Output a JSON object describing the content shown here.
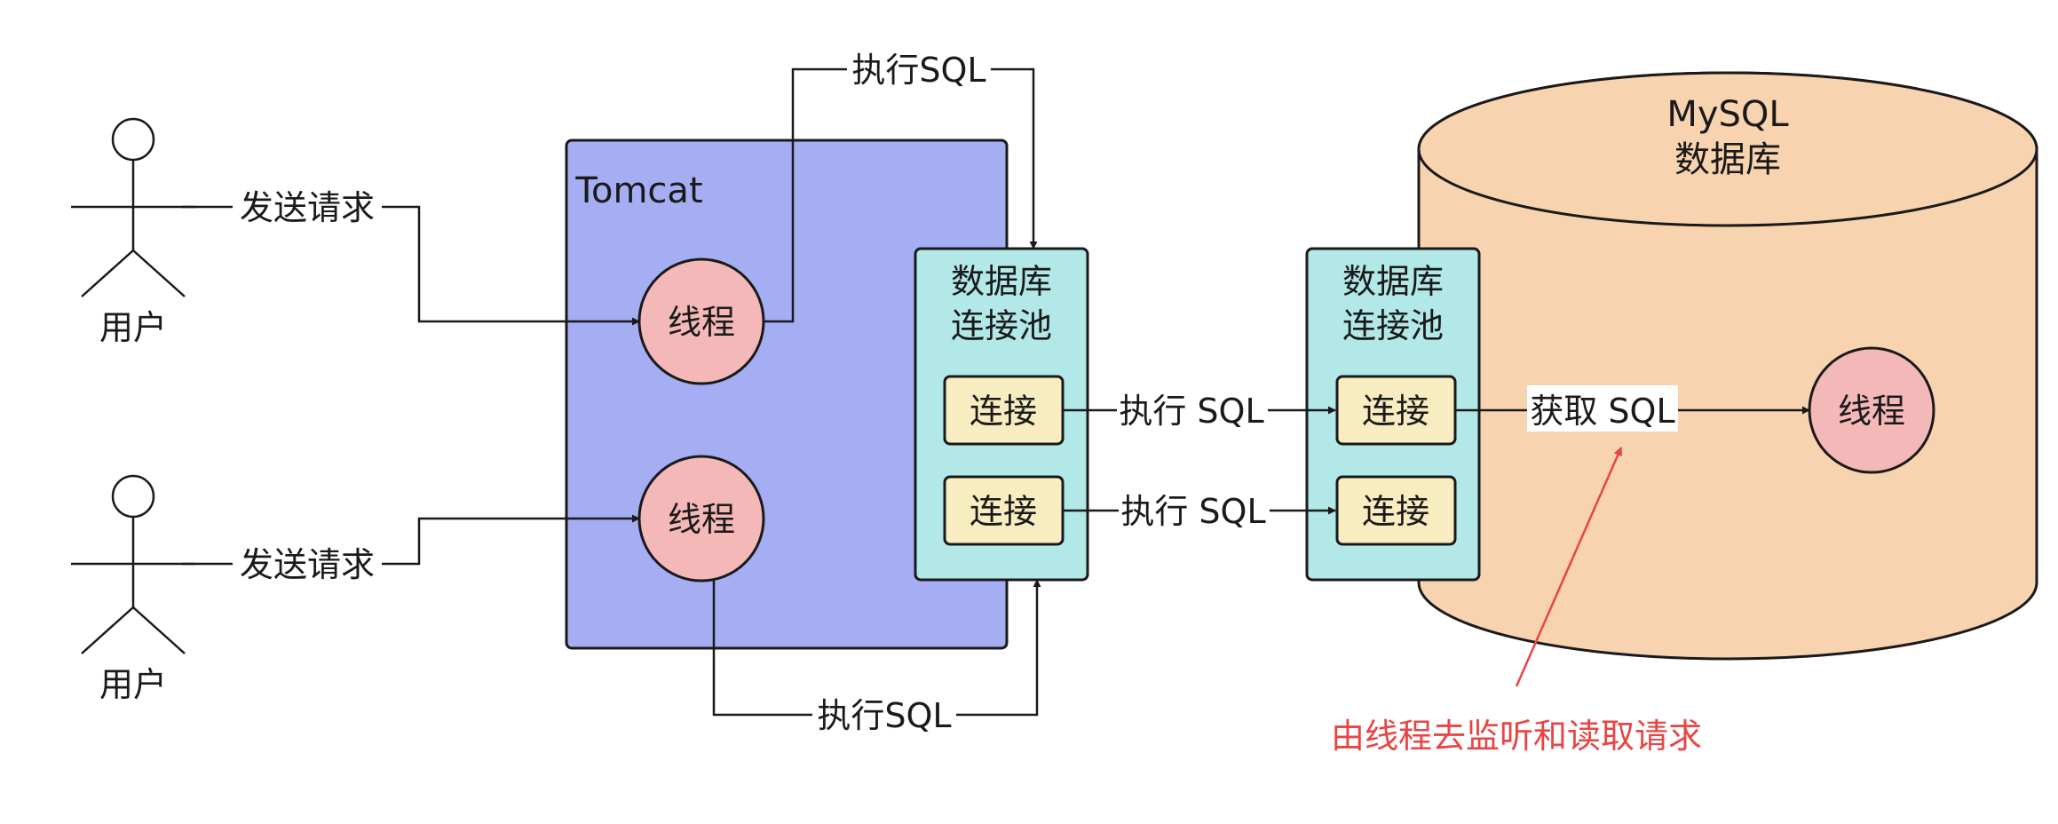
{
  "actors": [
    {
      "label": "用户",
      "request_label": "发送请求"
    },
    {
      "label": "用户",
      "request_label": "发送请求"
    }
  ],
  "tomcat": {
    "label": "Tomcat",
    "threads": [
      "线程",
      "线程"
    ]
  },
  "app_pool": {
    "label_line1": "数据库",
    "label_line2": "连接池",
    "connections": [
      "连接",
      "连接"
    ]
  },
  "edges": {
    "exec_top": "执行SQL",
    "exec_bottom": "执行SQL",
    "pool_exec_1": "执行 SQL",
    "pool_exec_2": "执行 SQL",
    "fetch": "获取 SQL"
  },
  "mysql": {
    "label_line1": "MySQL",
    "label_line2": "数据库",
    "pool": {
      "label_line1": "数据库",
      "label_line2": "连接池",
      "connections": [
        "连接",
        "连接"
      ]
    },
    "thread": "线程"
  },
  "annotation": "由线程去监听和读取请求",
  "colors": {
    "tomcat_fill": "#a5adf3",
    "pool_fill": "#b3e8e8",
    "connection_fill": "#f8edc1",
    "thread_fill": "#f4b8b8",
    "db_fill": "#f8d3b0",
    "annotation": "#e84545"
  }
}
